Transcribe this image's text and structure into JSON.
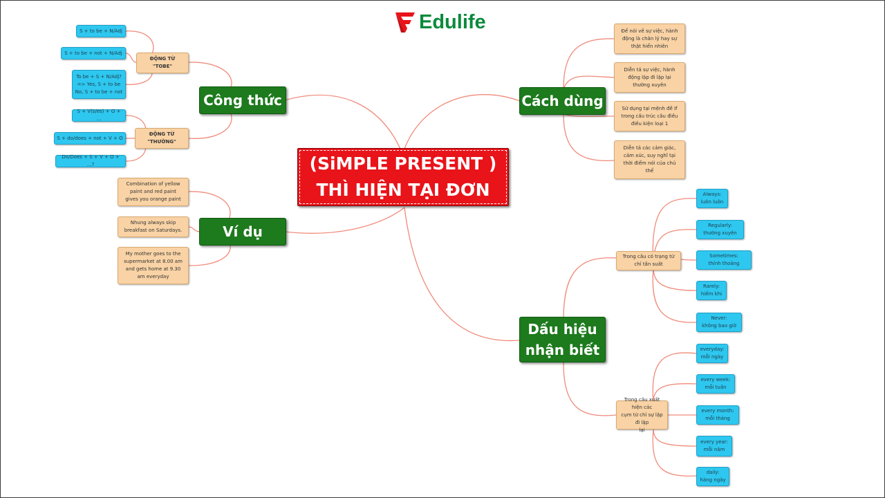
{
  "logo": {
    "text": "Edulife",
    "icon": "edulife-flag-logo",
    "icon_color": "#e8141a",
    "text_color": "#0b8a3c"
  },
  "colors": {
    "center": "#e8141a",
    "branch": "#1d7a1d",
    "peach": "#f9d3a5",
    "blue": "#2ec7ef",
    "link": "#f08a7a"
  },
  "center": {
    "line1": "(SiMPLE PRESENT )",
    "line2": "THÌ HIỆN TẠI ĐƠN"
  },
  "cong_thuc": {
    "title": "Công thức",
    "tobe": {
      "label_line1": "ĐỘNG TỪ",
      "label_line2": "\"TOBE\"",
      "items": [
        "S + to be + N/Adj",
        "S + to be + not + N/Adj",
        "To be + S + N/Adj?",
        "=> Yes, S + to be",
        "No, S + to be + not"
      ]
    },
    "thuong": {
      "label_line1": "ĐỘNG TỪ",
      "label_line2": "\"THƯỜNG\"",
      "items": [
        "S + V(s/es) + O + ...",
        "S + do/does + not + V + O",
        "Do/Does + S + V + O + ...?"
      ]
    }
  },
  "vi_du": {
    "title": "Ví dụ",
    "items": [
      [
        "Combination of yellow",
        "paint and red paint",
        "gives you orange paint"
      ],
      [
        "Nhung always skip",
        "breakfast on Saturdays."
      ],
      [
        "My mother goes to the",
        "supermarket at 8.00 am",
        "and gets home at 9.30",
        "am everyday"
      ]
    ]
  },
  "cach_dung": {
    "title": "Cách dùng",
    "items": [
      [
        "Để nói về sự việc, hành",
        "động là chân lý hay sự",
        "thật hiển nhiên"
      ],
      [
        "Diễn tả sự việc, hành",
        "động lặp đi lặp lại",
        "thường xuyên"
      ],
      [
        "Sử dụng tại mệnh đề If",
        "trong cấu trúc câu điều",
        "điều kiện loại 1"
      ],
      [
        "Diễn tả các cảm giác,",
        "cảm xúc, suy nghĩ tại",
        "thời điểm nói của chủ",
        "thể"
      ]
    ]
  },
  "dau_hieu": {
    "title_line1": "Dấu hiệu",
    "title_line2": "nhận biết",
    "trang_tu": {
      "label": [
        "Trong câu có trạng từ",
        "chỉ tần suất"
      ],
      "items": [
        [
          "Always:",
          "luôn luôn"
        ],
        [
          "Regularly:",
          "thường xuyên"
        ],
        [
          "Sometimes:",
          "thỉnh thoảng"
        ],
        [
          "Rarely:",
          "hiếm khi"
        ],
        [
          "Never:",
          "không bao giờ"
        ]
      ]
    },
    "cum_tu": {
      "label": [
        "Trong câu xuất hiện các",
        "cụm từ chỉ sự lặp đi lặp",
        "lại"
      ],
      "items": [
        [
          "everyday:",
          "mỗi ngày"
        ],
        [
          "every week:",
          "mỗi tuần"
        ],
        [
          "every month:",
          "mỗi tháng"
        ],
        [
          "every year:",
          "mỗi năm"
        ],
        [
          "daily:",
          "hàng ngày"
        ]
      ]
    }
  }
}
